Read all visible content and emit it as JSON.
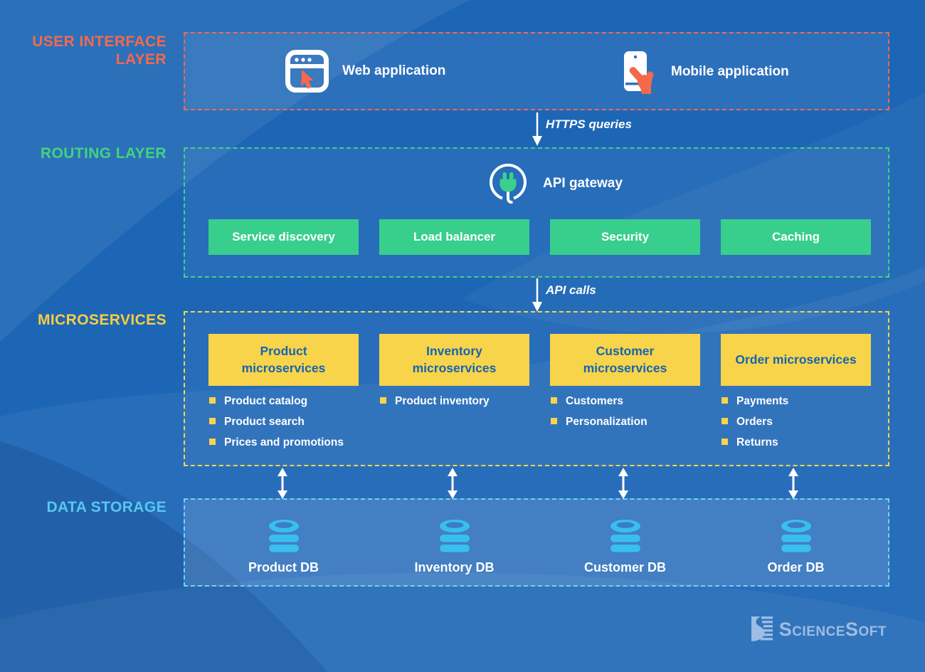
{
  "labels": {
    "ui_layer": "USER INTERFACE LAYER",
    "routing_layer": "ROUTING LAYER",
    "microservices": "MICROSERVICES",
    "data_storage": "DATA STORAGE"
  },
  "ui_layer": {
    "web_app": "Web application",
    "mobile_app": "Mobile application"
  },
  "arrows": {
    "https": "HTTPS queries",
    "api_calls": "API calls"
  },
  "routing": {
    "gateway": "API gateway",
    "services": [
      "Service discovery",
      "Load balancer",
      "Security",
      "Caching"
    ]
  },
  "microservices": {
    "groups": [
      {
        "title": "Product microservices",
        "items": [
          "Product catalog",
          "Product search",
          "Prices and promotions"
        ]
      },
      {
        "title": "Inventory microservices",
        "items": [
          "Product inventory"
        ]
      },
      {
        "title": "Customer microservices",
        "items": [
          "Customers",
          "Personalization"
        ]
      },
      {
        "title": "Order microservices",
        "items": [
          "Payments",
          "Orders",
          "Returns"
        ]
      }
    ]
  },
  "storage": {
    "databases": [
      "Product DB",
      "Inventory DB",
      "Customer DB",
      "Order DB"
    ]
  },
  "branding": {
    "logo": "ScienceSoft"
  },
  "colors": {
    "background": "#1d66b6",
    "ui_accent": "#f4694c",
    "routing_accent": "#38cf8d",
    "routing_border": "#41d47e",
    "micro_accent": "#f8d44a",
    "micro_box_text": "#1565af",
    "storage_accent": "#56c8f0",
    "db_icon": "#38bfee",
    "text": "#ffffff"
  }
}
